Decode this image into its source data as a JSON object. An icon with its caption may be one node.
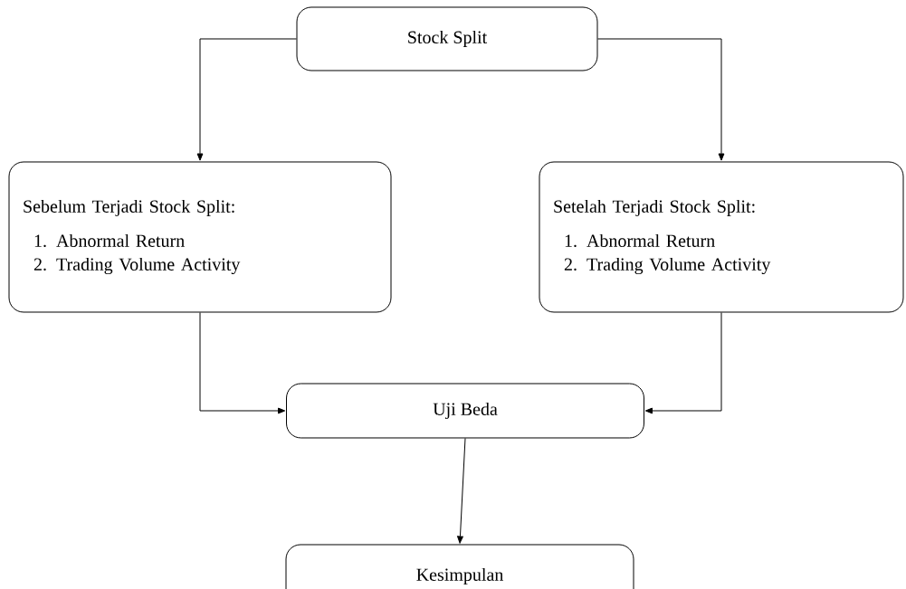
{
  "diagram": {
    "nodes": [
      {
        "text": [
          "Stock Split"
        ]
      },
      {
        "text": [
          "Sebelum Terjadi Stock Split:",
          "1. Abnormal Return",
          "2. Trading Volume Activity"
        ]
      },
      {
        "text": [
          "Setelah Terjadi Stock Split:",
          "1. Abnormal Return",
          "2. Trading Volume Activity"
        ]
      },
      {
        "text": [
          "Uji Beda"
        ]
      },
      {
        "text": [
          "Kesimpulan"
        ]
      }
    ],
    "edges": [
      {
        "from": 0,
        "to": 1,
        "arrow": "to"
      },
      {
        "from": 0,
        "to": 2,
        "arrow": "to"
      },
      {
        "from": 1,
        "to": 3,
        "arrow": "to"
      },
      {
        "from": 2,
        "to": 3,
        "arrow": "to"
      },
      {
        "from": 3,
        "to": 4,
        "arrow": "to"
      }
    ]
  }
}
